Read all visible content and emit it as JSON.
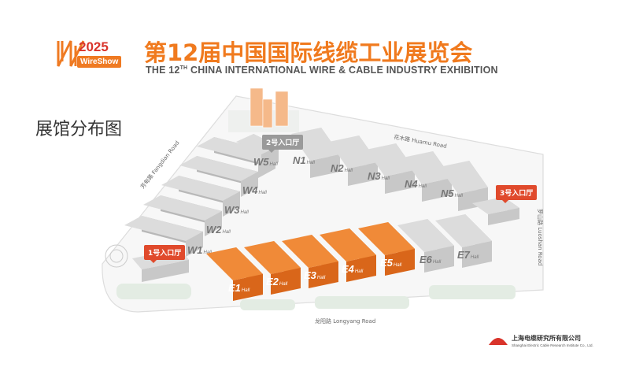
{
  "header": {
    "logo_year": "2025",
    "logo_brand": "WireShow",
    "title_cn": "第12届中国国际线缆工业展览会",
    "title_en_pre": "THE 12",
    "title_en_sup": "TH",
    "title_en_post": " CHINA INTERNATIONAL WIRE & CABLE INDUSTRY EXHIBITION"
  },
  "map": {
    "title": "展馆分布图",
    "hall_suffix": "Hall",
    "roads": {
      "huamu": "花木路  Huamu Road",
      "fangdian": "芳甸路  Fangdian Road",
      "luoshan": "罗山路  Luoshan Road",
      "longyang": "龙阳路  Longyang Road"
    },
    "entrances": {
      "e1": "1号入口厅",
      "e2": "2号入口厅",
      "e3": "3号入口厅"
    },
    "halls_e": [
      {
        "name": "E1",
        "highlight": true
      },
      {
        "name": "E2",
        "highlight": true
      },
      {
        "name": "E3",
        "highlight": true
      },
      {
        "name": "E4",
        "highlight": true
      },
      {
        "name": "E5",
        "highlight": true
      },
      {
        "name": "E6",
        "highlight": false
      },
      {
        "name": "E7",
        "highlight": false
      }
    ],
    "halls_n": [
      "N1",
      "N2",
      "N3",
      "N4",
      "N5"
    ],
    "halls_w": [
      "W1",
      "W2",
      "W3",
      "W4",
      "W5"
    ]
  },
  "colors": {
    "highlight": "#ef7a22",
    "hall": "#d9d9d9",
    "accent_red": "#e04a2c"
  },
  "footer": {
    "org_cn": "上海电缆研究所有限公司",
    "org_en": "Shanghai Electric Cable Research Institute Co., Ltd."
  }
}
